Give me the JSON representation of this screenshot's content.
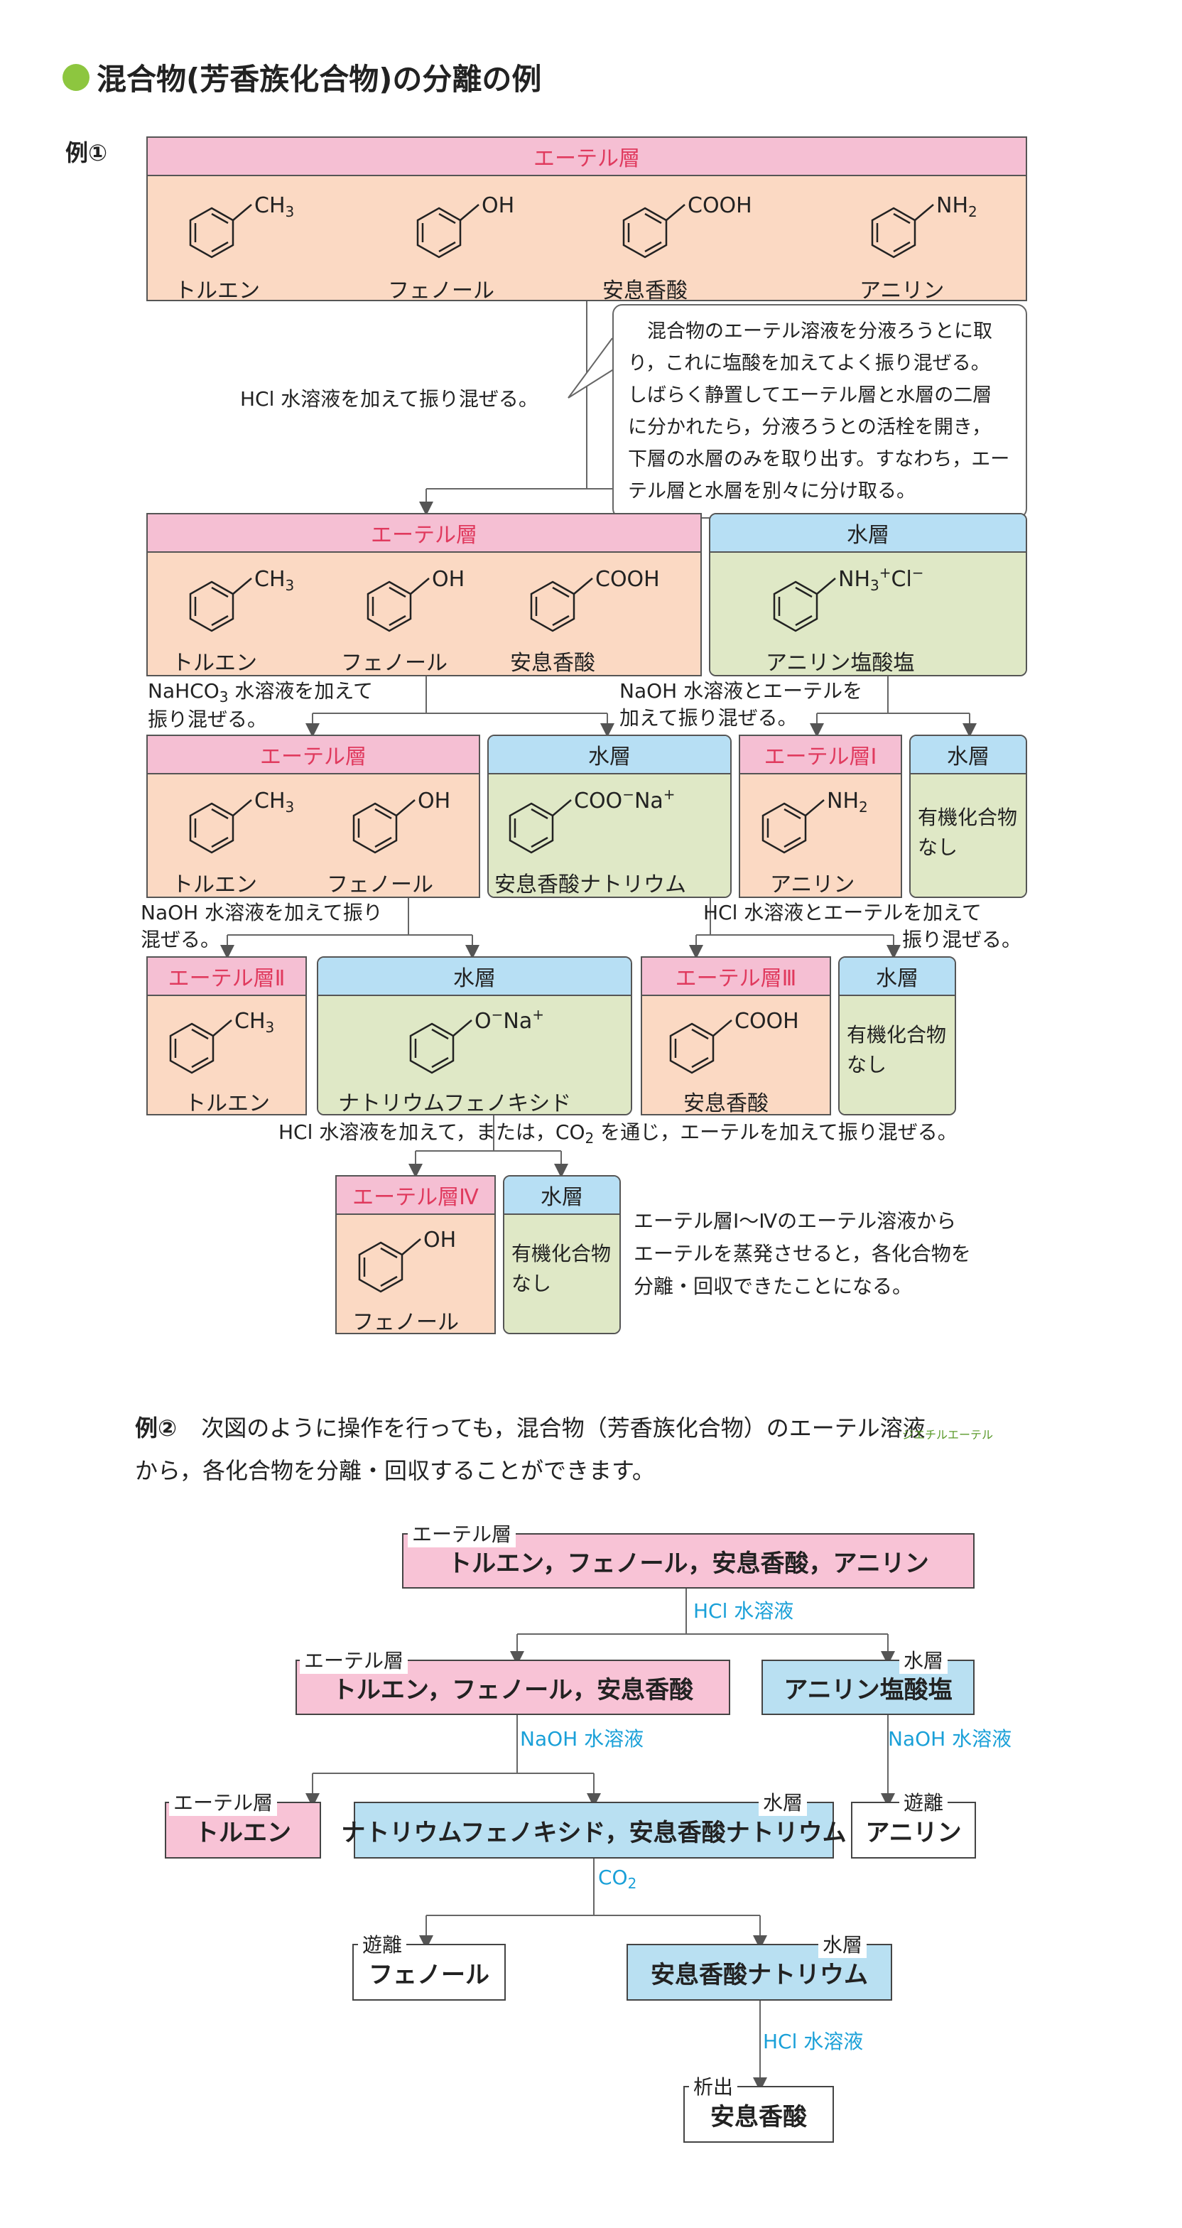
{
  "title": "混合物(芳香族化合物)の分離の例",
  "ex1": {
    "label": "例①",
    "ether": "エーテル層",
    "water": "水層",
    "names": {
      "toluene": "トルエン",
      "phenol": "フェノール",
      "benzoic": "安息香酸",
      "aniline": "アニリン",
      "anilineHCl": "アニリン塩酸塩",
      "sodiumBenzoate": "安息香酸ナトリウム",
      "sodiumPhenoxide": "ナトリウムフェノキシド"
    },
    "groups": {
      "ch3": "CH",
      "ch3_sub": "3",
      "oh": "OH",
      "cooh": "COOH",
      "nh2": "NH",
      "nh2_sub": "2",
      "nh3": "NH",
      "nh3_sub": "3",
      "nh3_sup": "+",
      "cl": "Cl",
      "cl_sup": "−",
      "coo": "COO",
      "coo_sup": "−",
      "na": "Na",
      "na_sup": "+",
      "o": "O",
      "o_sup": "−"
    },
    "step1": "HCl 水溶液を加えて振り混ぜる。",
    "callout": [
      "混合物のエーテル溶液を分液ろうとに取",
      "り，これに塩酸を加えてよく振り混ぜる。",
      "しばらく静置してエーテル層と水層の二層",
      "に分かれたら，分液ろうとの活栓を開き，",
      "下層の水層のみを取り出す。すなわち，エー",
      "テル層と水層を別々に分け取る。"
    ],
    "step2a_1": "NaHCO",
    "step2a_sub": "3",
    "step2a_2": " 水溶液を加えて",
    "step2a_3": "振り混ぜる。",
    "step2b_1": "NaOH 水溶液とエーテルを",
    "step2b_2": "加えて振り混ぜる。",
    "ether1": "エーテル層Ⅰ",
    "ether2": "エーテル層Ⅱ",
    "ether3": "エーテル層Ⅲ",
    "ether4": "エーテル層Ⅳ",
    "noOrganic_1": "有機化合物",
    "noOrganic_2": "なし",
    "step3a_1": "NaOH 水溶液を加えて振り",
    "step3a_2": "混ぜる。",
    "step3b_1": "HCl 水溶液とエーテルを加えて",
    "step3b_2": "振り混ぜる。",
    "step4_1": "HCl 水溶液を加えて，または，CO",
    "step4_sub": "2",
    "step4_2": " を通じ，エーテルを加えて振り混ぜる。",
    "conclusion": [
      "エーテル層Ⅰ～Ⅳのエーテル溶液から",
      "エーテルを蒸発させると，各化合物を",
      "分離・回収できたことになる。"
    ]
  },
  "ex2": {
    "label": "例②",
    "intro_1": "次図のように操作を行っても，混合物（芳香族化合物）のエーテル溶液",
    "intro_ruby": "ジエチルエーテル",
    "intro_2": "から，各化合物を分離・回収することができます。",
    "tag_ether": "エーテル層",
    "tag_water": "水層",
    "tag_free": "遊離",
    "tag_ppt": "析出",
    "box1": "トルエン，フェノール，安息香酸，アニリン",
    "box2": "トルエン，フェノール，安息香酸",
    "box3": "アニリン塩酸塩",
    "box4": "トルエン",
    "box5": "ナトリウムフェノキシド，安息香酸ナトリウム",
    "box6": "アニリン",
    "box7": "フェノール",
    "box8": "安息香酸ナトリウム",
    "box9": "安息香酸",
    "r_hcl": "HCl 水溶液",
    "r_naoh": "NaOH 水溶液",
    "r_co2": "CO",
    "r_co2_sub": "2"
  }
}
